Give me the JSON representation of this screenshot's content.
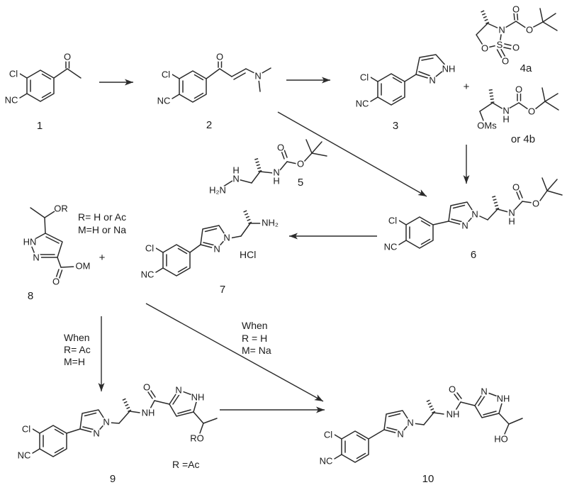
{
  "scheme": {
    "compounds": {
      "n1": "1",
      "n2": "2",
      "n3": "3",
      "n4a": "4a",
      "n4b": "or 4b",
      "n5": "5",
      "n6": "6",
      "n7": "7",
      "n8": "8",
      "n9": "9",
      "n10": "10"
    },
    "plus_between_3_and_4": "+",
    "plus_between_8_and_7": "+",
    "salt": "HCl",
    "r_options": "R= H or Ac",
    "m_options": "M=H or Na",
    "when_to_9": [
      "When",
      "R= Ac",
      "M=H"
    ],
    "when_to_10": [
      "When",
      "R = H",
      "M= Na"
    ],
    "r_equals_ac": "R =Ac"
  },
  "atoms": {
    "cl": "Cl",
    "nc": "NC",
    "o": "O",
    "n": "N",
    "nh": "NH",
    "hn": "HN",
    "h": "H",
    "h2n": "H₂N",
    "nh2": "NH₂",
    "s": "S",
    "oms": "OMs",
    "om": "OM",
    "or2": "OR",
    "ro": "RO",
    "ho": "HO"
  }
}
